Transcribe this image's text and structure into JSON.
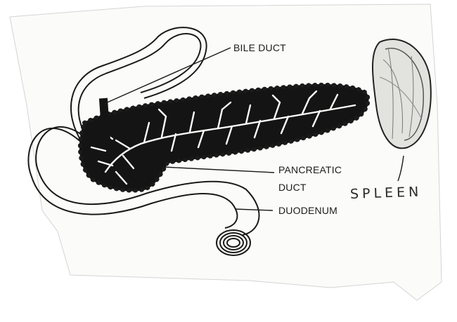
{
  "labels": {
    "bile_duct": "BILE DUCT",
    "pancreatic_duct_line1": "PANCREATIC",
    "pancreatic_duct_line2": "DUCT",
    "duodenum": "DUODENUM",
    "spleen": "SPLEEN"
  },
  "colors": {
    "paper": "#fbfbf9",
    "ink": "#1a1a1a",
    "background": "#ffffff"
  }
}
